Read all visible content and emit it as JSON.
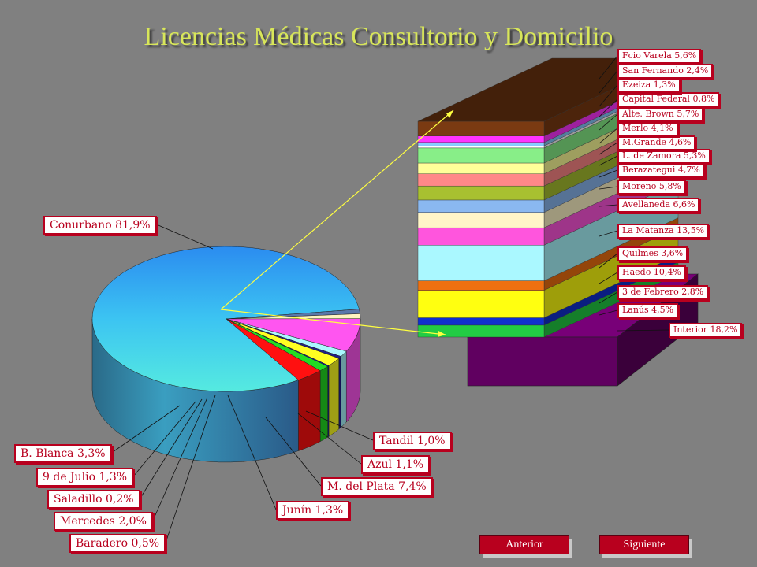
{
  "title": "Licencias Médicas Consultorio y Domicilio",
  "chart_data": {
    "type": "pie",
    "title": "Licencias Médicas Consultorio y Domicilio",
    "pie_slices": [
      {
        "label": "Conurbano 81,9%",
        "value": 81.9,
        "color": "#33b4f0"
      },
      {
        "label": "Tandil 1,0%",
        "value": 1.0,
        "color": "#5a78aa"
      },
      {
        "label": "Azul 1,1%",
        "value": 1.1,
        "color": "#fff5c0"
      },
      {
        "label": "M. del Plata 7,4%",
        "value": 7.4,
        "color": "#ff55f0"
      },
      {
        "label": "Junín 1,3%",
        "value": 1.3,
        "color": "#aaf8ff"
      },
      {
        "label": "Baradero 0,5%",
        "value": 0.5,
        "color": "#202088"
      },
      {
        "label": "Mercedes 2,0%",
        "value": 2.0,
        "color": "#ffff22"
      },
      {
        "label": "Saladillo 0,2%",
        "value": 0.2,
        "color": "#1020a0"
      },
      {
        "label": "9 de Julio 1,3%",
        "value": 1.3,
        "color": "#22dd22"
      },
      {
        "label": "B. Blanca 3,3%",
        "value": 3.3,
        "color": "#ff1010"
      }
    ],
    "stack_segments": [
      {
        "label": "Interior 18,2%",
        "value": 18.2,
        "color": "#600060"
      },
      {
        "label": "Lanús 4,5%",
        "value": 4.5,
        "color": "#22cc44"
      },
      {
        "label": "3 de Febrero 2,8%",
        "value": 2.8,
        "color": "#1030d0"
      },
      {
        "label": "Haedo 10,4%",
        "value": 10.4,
        "color": "#ffff10"
      },
      {
        "label": "Quilmes 3,6%",
        "value": 3.6,
        "color": "#ee7010"
      },
      {
        "label": "La Matanza 13,5%",
        "value": 13.5,
        "color": "#aaf8ff"
      },
      {
        "label": "Avellaneda 6,6%",
        "value": 6.6,
        "color": "#ff55dd"
      },
      {
        "label": "Moreno 5,8%",
        "value": 5.8,
        "color": "#fff5c8"
      },
      {
        "label": "Berazategui 4,7%",
        "value": 4.7,
        "color": "#8ab8f0"
      },
      {
        "label": "L. de Zamora 5,3%",
        "value": 5.3,
        "color": "#a8c030"
      },
      {
        "label": "M.Grande 4,6%",
        "value": 4.6,
        "color": "#ff8888"
      },
      {
        "label": "Merlo 4,1%",
        "value": 4.1,
        "color": "#ffff99"
      },
      {
        "label": "Alte. Brown 5,7%",
        "value": 5.7,
        "color": "#88ee88"
      },
      {
        "label": "Capital Federal 0,8%",
        "value": 0.8,
        "color": "#ffffff"
      },
      {
        "label": "Ezeiza 1,3%",
        "value": 1.3,
        "color": "#88ccff"
      },
      {
        "label": "San Fernando 2,4%",
        "value": 2.4,
        "color": "#ff33ff"
      },
      {
        "label": "Fcio Varela 5,6%",
        "value": 5.6,
        "color": "#7a3a12"
      }
    ]
  },
  "nav": {
    "prev_label": "Anterior",
    "next_label": "Siguiente"
  }
}
